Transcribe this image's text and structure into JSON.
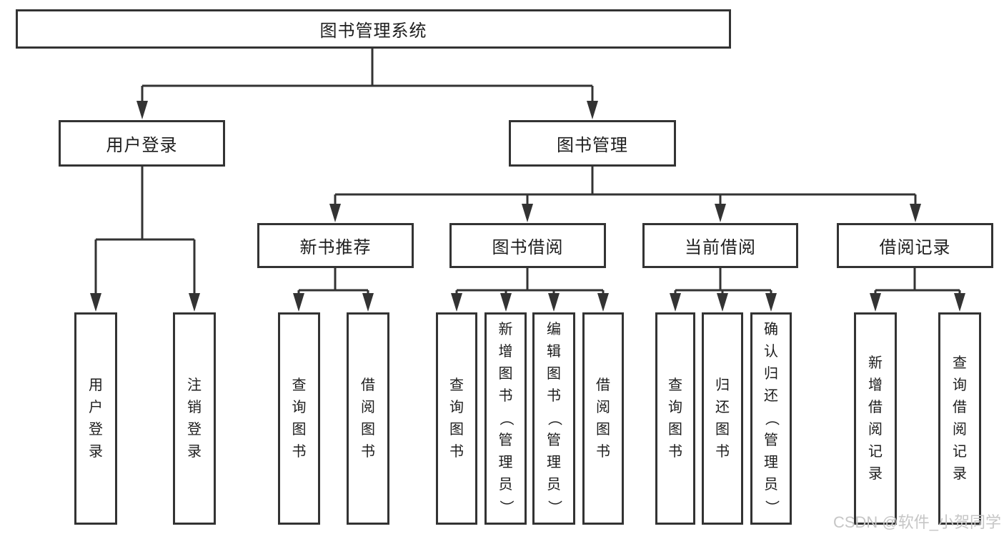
{
  "diagram": {
    "root": {
      "label": "图书管理系统"
    },
    "branches": [
      {
        "label": "用户登录",
        "children": [
          {
            "label": "用户登录"
          },
          {
            "label": "注销登录"
          }
        ]
      },
      {
        "label": "图书管理",
        "children": [
          {
            "label": "新书推荐",
            "children": [
              {
                "label": "查询图书"
              },
              {
                "label": "借阅图书"
              }
            ]
          },
          {
            "label": "图书借阅",
            "children": [
              {
                "label": "查询图书"
              },
              {
                "label": "新增图书（管理员）"
              },
              {
                "label": "编辑图书（管理员）"
              },
              {
                "label": "借阅图书"
              }
            ]
          },
          {
            "label": "当前借阅",
            "children": [
              {
                "label": "查询图书"
              },
              {
                "label": "归还图书"
              },
              {
                "label": "确认归还（管理员）"
              }
            ]
          },
          {
            "label": "借阅记录",
            "children": [
              {
                "label": "新增借阅记录"
              },
              {
                "label": "查询借阅记录"
              }
            ]
          }
        ]
      }
    ]
  },
  "watermark": {
    "text": "CSDN @软件_小贺同学"
  },
  "colors": {
    "line": "#333333",
    "text": "#1d1d1d",
    "box_fill": "#ffffff",
    "watermark": "#c6c6c6",
    "background": "#ffffff"
  }
}
